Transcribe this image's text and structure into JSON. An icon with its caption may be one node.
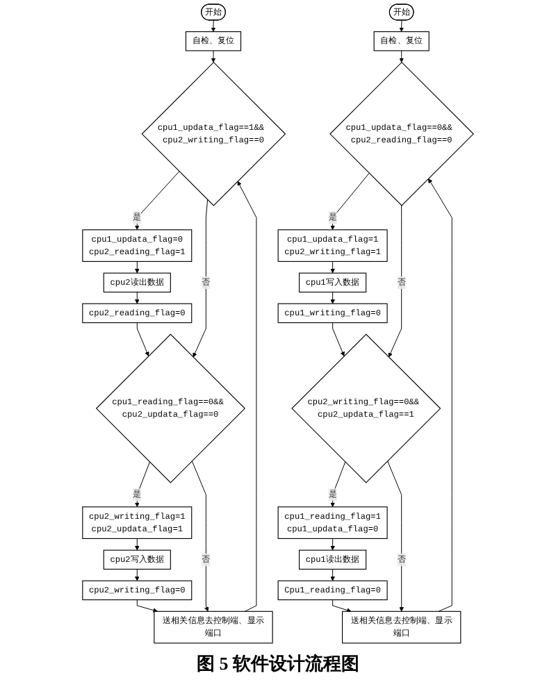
{
  "diagram": {
    "caption": "图 5 软件设计流程图",
    "nodes": [
      {
        "text": [
          "开始"
        ]
      },
      {
        "text": [
          "自检、复位"
        ]
      },
      {
        "text": [
          "cpu1_updata_flag==1&& cpu2_writing_flag==0"
        ]
      },
      {
        "text": [
          "cpu1_updata_flag=0",
          "cpu2_reading_flag=1"
        ]
      },
      {
        "text": [
          "cpu2读出数据"
        ]
      },
      {
        "text": [
          "cpu2_reading_flag=0"
        ]
      },
      {
        "text": [
          "cpu1_reading_flag==0&& cpu2_updata_flag==0"
        ]
      },
      {
        "text": [
          "cpu2_writing_flag=1",
          "cpu2_updata_flag=1"
        ]
      },
      {
        "text": [
          "cpu2写入数据"
        ]
      },
      {
        "text": [
          "cpu2_writing_flag=0"
        ]
      },
      {
        "text": [
          "送相关信息去控制端、显示端口"
        ]
      },
      {
        "text": [
          "开始"
        ]
      },
      {
        "text": [
          "自检、复位"
        ]
      },
      {
        "text": [
          "cpu1_updata_flag==0&& cpu2_reading_flag==0"
        ]
      },
      {
        "text": [
          "cpu1_updata_flag=1",
          "cpu2_writing_flag=1"
        ]
      },
      {
        "text": [
          "cpu1写入数据"
        ]
      },
      {
        "text": [
          "cpu1_writing_flag=0"
        ]
      },
      {
        "text": [
          "cpu2_writing_flag==0&& cpu2_updata_flag==1"
        ]
      },
      {
        "text": [
          "cpu1_reading_flag=1",
          "cpu1_updata_flag=0"
        ]
      },
      {
        "text": [
          "cpu1读出数据"
        ]
      },
      {
        "text": [
          "Cpu1_reading_flag=0"
        ]
      },
      {
        "text": [
          "送相关信息去控制端、显示端口"
        ]
      }
    ],
    "edges": [
      {
        "from": 0,
        "to": 1,
        "arrow": "to"
      },
      {
        "from": 1,
        "to": 2,
        "arrow": "to"
      },
      {
        "from": 2,
        "to": 3,
        "arrow": "to",
        "label": "是"
      },
      {
        "from": 3,
        "to": 4,
        "arrow": "to"
      },
      {
        "from": 4,
        "to": 5,
        "arrow": "to"
      },
      {
        "from": 5,
        "to": 6,
        "arrow": "to"
      },
      {
        "from": 2,
        "to": 6,
        "arrow": "to",
        "label": "否"
      },
      {
        "from": 6,
        "to": 7,
        "arrow": "to",
        "label": "是"
      },
      {
        "from": 7,
        "to": 8,
        "arrow": "to"
      },
      {
        "from": 8,
        "to": 9,
        "arrow": "to"
      },
      {
        "from": 9,
        "to": 10,
        "arrow": "to"
      },
      {
        "from": 6,
        "to": 10,
        "arrow": "to",
        "label": "否"
      },
      {
        "from": 10,
        "to": 2,
        "arrow": "to"
      },
      {
        "from": 11,
        "to": 12,
        "arrow": "to"
      },
      {
        "from": 12,
        "to": 13,
        "arrow": "to"
      },
      {
        "from": 13,
        "to": 14,
        "arrow": "to",
        "label": "是"
      },
      {
        "from": 14,
        "to": 15,
        "arrow": "to"
      },
      {
        "from": 15,
        "to": 16,
        "arrow": "to"
      },
      {
        "from": 16,
        "to": 17,
        "arrow": "to"
      },
      {
        "from": 13,
        "to": 17,
        "arrow": "to",
        "label": "否"
      },
      {
        "from": 17,
        "to": 18,
        "arrow": "to",
        "label": "是"
      },
      {
        "from": 18,
        "to": 19,
        "arrow": "to"
      },
      {
        "from": 19,
        "to": 20,
        "arrow": "to"
      },
      {
        "from": 20,
        "to": 21,
        "arrow": "to"
      },
      {
        "from": 17,
        "to": 21,
        "arrow": "to",
        "label": "否"
      },
      {
        "from": 21,
        "to": 13,
        "arrow": "to"
      }
    ]
  }
}
